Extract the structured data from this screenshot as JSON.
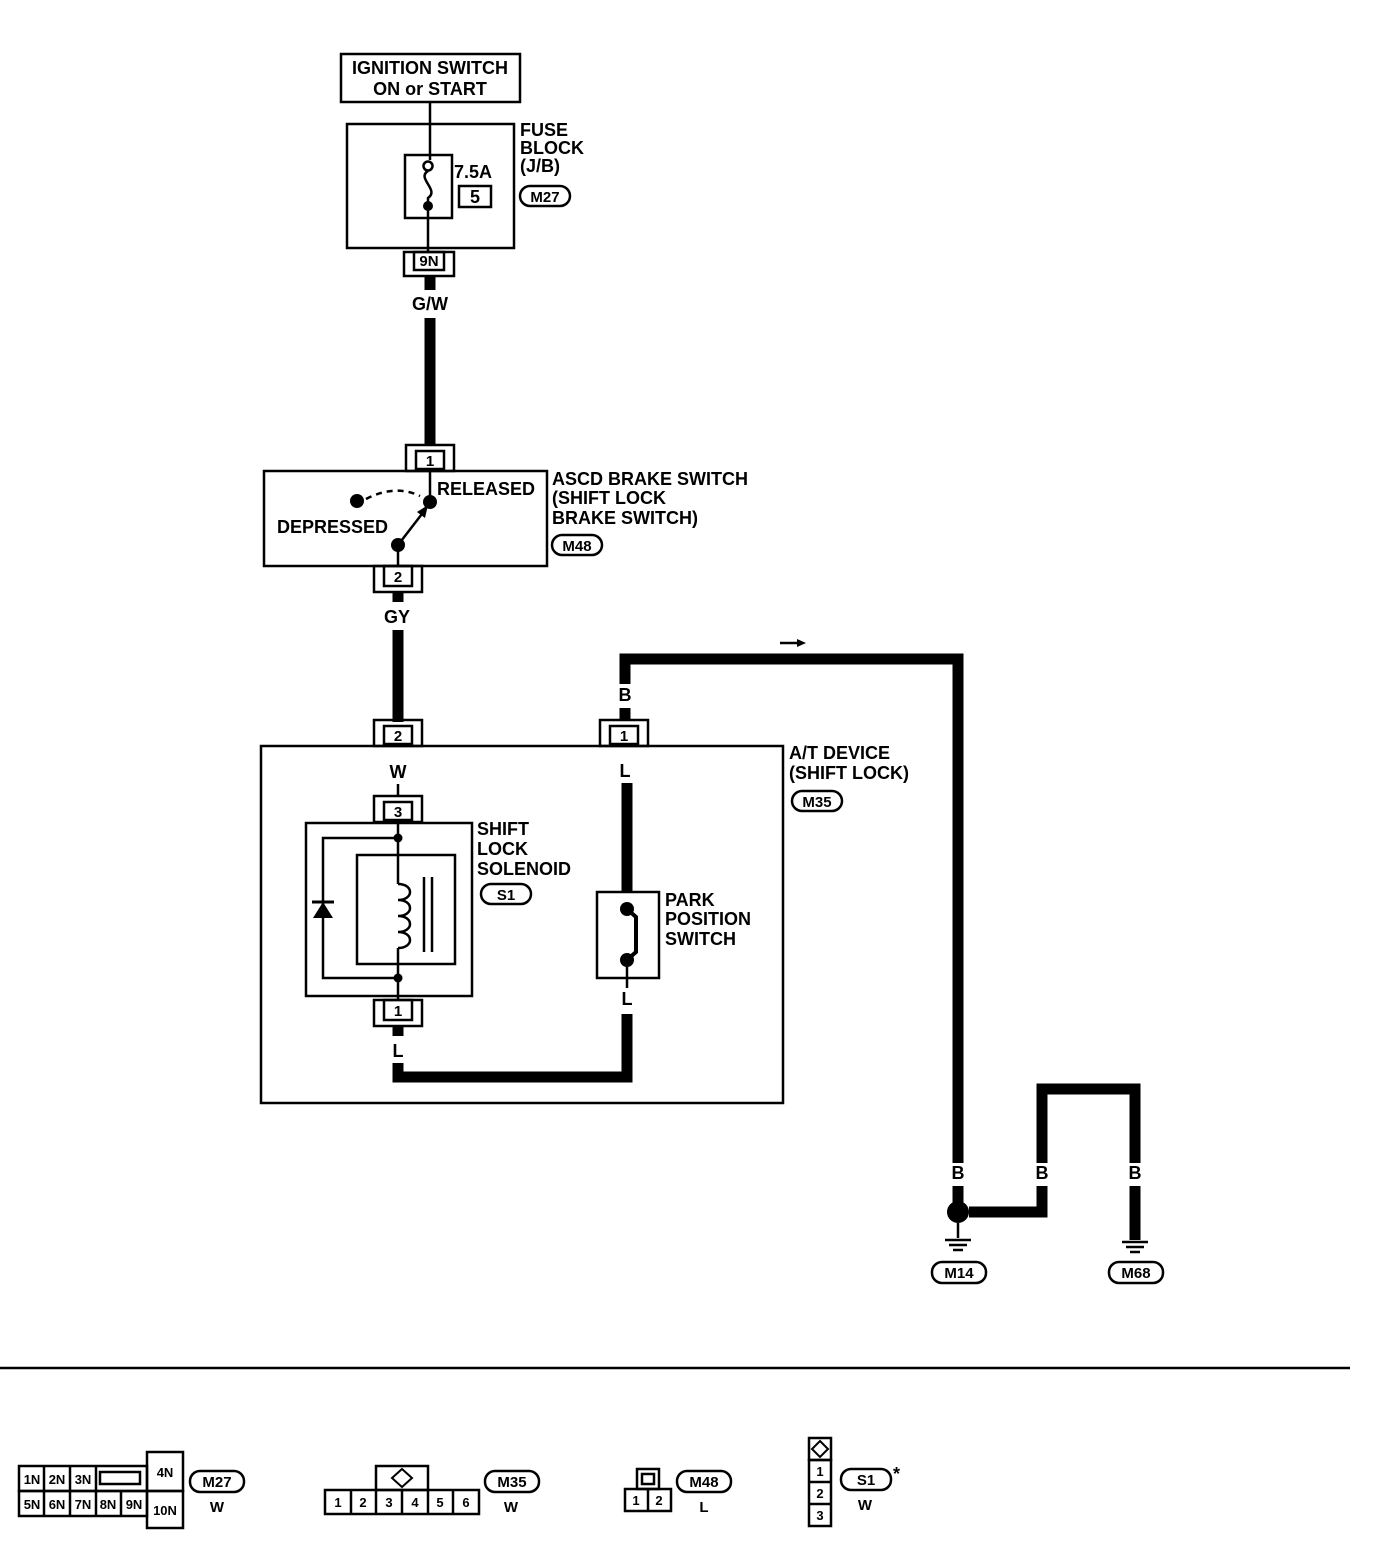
{
  "ignition": {
    "line1": "IGNITION SWITCH",
    "line2": "ON or START"
  },
  "fuse_block": {
    "line1": "FUSE",
    "line2": "BLOCK",
    "line3": "(J/B)",
    "connector": "M27",
    "rating": "7.5A",
    "fuse_no": "5",
    "terminal": "9N"
  },
  "wires": {
    "gw": "G/W",
    "gy": "GY",
    "w": "W",
    "b": "B",
    "l": "L"
  },
  "brake_switch": {
    "line1": "ASCD BRAKE SWITCH",
    "line2": "(SHIFT LOCK",
    "line3": "BRAKE SWITCH)",
    "connector": "M48",
    "released": "RELEASED",
    "depressed": "DEPRESSED",
    "pin_top": "1",
    "pin_bottom": "2"
  },
  "at_device": {
    "line1": "A/T DEVICE",
    "line2": "(SHIFT LOCK)",
    "connector": "M35",
    "pin_left": "2",
    "pin_right": "1"
  },
  "solenoid": {
    "line1": "SHIFT",
    "line2": "LOCK",
    "line3": "SOLENOID",
    "connector": "S1",
    "pin_top": "3",
    "pin_bottom": "1"
  },
  "park_switch": {
    "line1": "PARK",
    "line2": "POSITION",
    "line3": "SWITCH"
  },
  "grounds": {
    "g1": "M14",
    "g2": "M68"
  },
  "connectors": {
    "m27": {
      "id": "M27",
      "color": "W",
      "row1": [
        "1N",
        "2N",
        "3N"
      ],
      "row2": [
        "5N",
        "6N",
        "7N",
        "8N",
        "9N"
      ],
      "r4": "4N",
      "r10": "10N"
    },
    "m35": {
      "id": "M35",
      "color": "W",
      "pins": [
        "1",
        "2",
        "3",
        "4",
        "5",
        "6"
      ]
    },
    "m48": {
      "id": "M48",
      "color": "L",
      "pins": [
        "1",
        "2"
      ]
    },
    "s1": {
      "id": "S1",
      "color": "W",
      "star": "*",
      "pins": [
        "1",
        "2",
        "3"
      ]
    }
  }
}
